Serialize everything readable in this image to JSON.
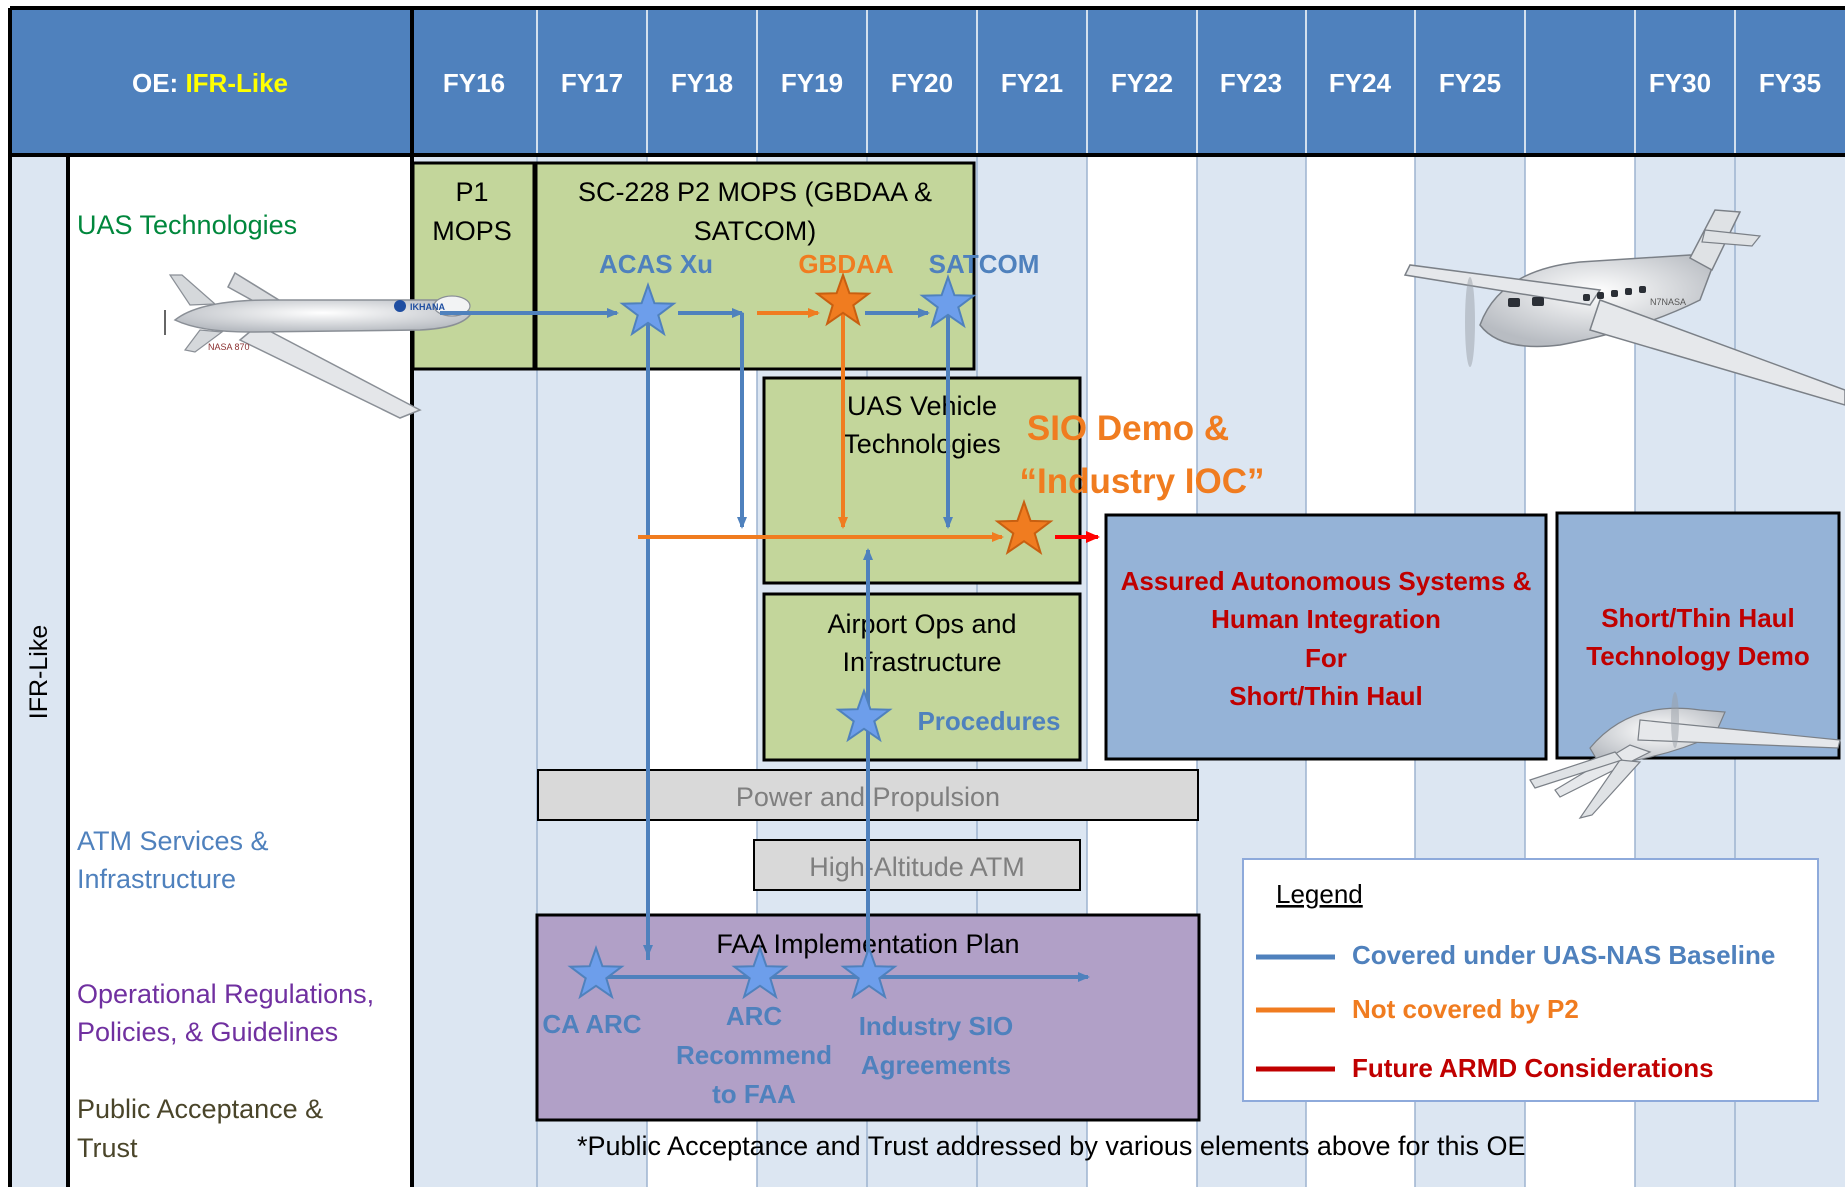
{
  "header": {
    "oe_prefix": "OE: ",
    "oe_value": "IFR-Like",
    "years": [
      "FY16",
      "FY17",
      "FY18",
      "FY19",
      "FY20",
      "FY21",
      "FY22",
      "FY23",
      "FY24",
      "FY25",
      "",
      "FY30",
      "FY35"
    ]
  },
  "sidebar": {
    "label": "IFR-Like"
  },
  "rows": {
    "uas_tech": "UAS Technologies",
    "atm_1": "ATM Services &",
    "atm_2": "Infrastructure",
    "reg_1": "Operational Regulations,",
    "reg_2": "Policies, & Guidelines",
    "pub_1": "Public Acceptance &",
    "pub_2": "Trust"
  },
  "boxes": {
    "p1_1": "P1",
    "p1_2": "MOPS",
    "sc228_1": "SC-228 P2 MOPS (GBDAA &",
    "sc228_2": "SATCOM)",
    "vehicle_1": "UAS Vehicle",
    "vehicle_2": "Technologies",
    "airport_1": "Airport Ops and",
    "airport_2": "Infrastructure",
    "power": "Power and Propulsion",
    "high_alt": "High-Altitude ATM",
    "faa": "FAA Implementation Plan",
    "assured_1": "Assured Autonomous Systems &",
    "assured_2": "Human Integration",
    "assured_3": "For",
    "assured_4": "Short/Thin Haul",
    "short_1": "Short/Thin Haul",
    "short_2": "Technology Demo"
  },
  "milestones": {
    "acas": "ACAS Xu",
    "gbdaa": "GBDAA",
    "satcom": "SATCOM",
    "procedures": "Procedures",
    "sio_1": "SIO Demo &",
    "sio_2": "“Industry IOC”",
    "ca_arc": "CA ARC",
    "arc_1": "ARC",
    "arc_2": "Recommend",
    "arc_3": "to FAA",
    "ind_1": "Industry SIO",
    "ind_2": "Agreements"
  },
  "aircraft": {
    "drone_text": "IKHANA",
    "drone_tail": "NASA 870",
    "king_air_reg": "N7NASA"
  },
  "legend": {
    "title": "Legend",
    "items": [
      {
        "label": "Covered under UAS-NAS Baseline",
        "color": "#4F81BD"
      },
      {
        "label": "Not covered by P2",
        "color": "#F07C20"
      },
      {
        "label": "Future ARMD Considerations",
        "color": "#C00000"
      }
    ]
  },
  "footnote": "*Public Acceptance and Trust addressed by various elements above for this OE",
  "colors": {
    "header_bg": "#4F81BD",
    "col_light": "#DCE6F2",
    "green_box": "#C3D69B",
    "grey_box": "#D9D9D9",
    "purple_box": "#B1A0C7",
    "blue_box": "#95B3D7",
    "blue_line": "#4F81BD",
    "orange": "#F07C20",
    "red": "#C00000",
    "yellow": "#FFFF00"
  }
}
